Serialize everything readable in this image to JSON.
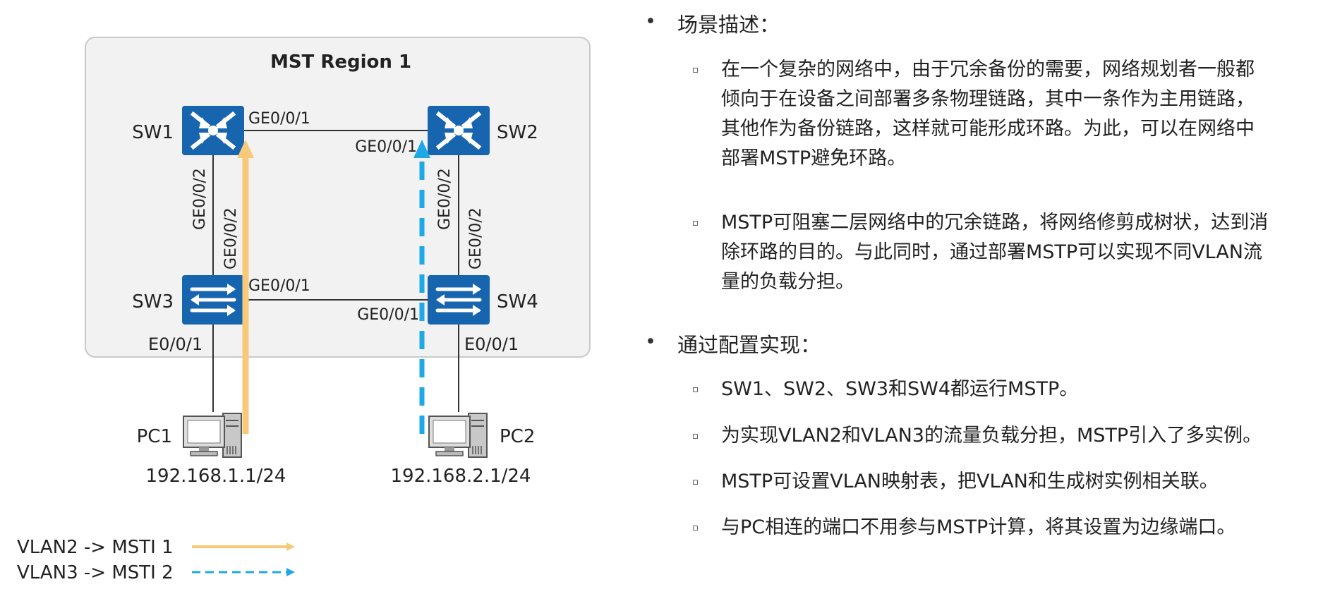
{
  "diagram": {
    "region_label": "MST Region 1",
    "switches": [
      {
        "id": "sw1",
        "label": "SW1",
        "kind": "core"
      },
      {
        "id": "sw2",
        "label": "SW2",
        "kind": "core"
      },
      {
        "id": "sw3",
        "label": "SW3",
        "kind": "access"
      },
      {
        "id": "sw4",
        "label": "SW4",
        "kind": "access"
      }
    ],
    "ports": {
      "sw1_right": "GE0/0/1",
      "sw2_left": "GE0/0/1",
      "sw1_down": "GE0/0/2",
      "sw3_up": "GE0/0/2",
      "sw2_down": "GE0/0/2",
      "sw4_up": "GE0/0/2",
      "sw3_right": "GE0/0/1",
      "sw4_left": "GE0/0/1",
      "sw3_pc": "E0/0/1",
      "sw4_pc": "E0/0/1"
    },
    "pcs": [
      {
        "id": "pc1",
        "label": "PC1",
        "ip": "192.168.1.1/24"
      },
      {
        "id": "pc2",
        "label": "PC2",
        "ip": "192.168.2.1/24"
      }
    ],
    "legend": [
      {
        "text": "VLAN2 -> MSTI 1",
        "color": "#F9C97A",
        "style": "solid"
      },
      {
        "text": "VLAN3 -> MSTI 2",
        "color": "#1FA8E8",
        "style": "dashed"
      }
    ],
    "colors": {
      "switch": "#1765AE",
      "msti1": "#F9C97A",
      "msti2": "#1FA8E8",
      "region_fill": "#F2F2F2"
    }
  },
  "sections": [
    {
      "heading": "场景描述：",
      "items": [
        [
          "在一个复杂的网络中，由于冗余备份的需要，网络规划者一般都",
          "倾向于在设备之间部署多条物理链路，其中一条作为主用链路，",
          "其他作为备份链路，这样就可能形成环路。为此，可以在网络中",
          "部署MSTP避免环路。"
        ],
        [
          "MSTP可阻塞二层网络中的冗余链路，将网络修剪成树状，达到消",
          "除环路的目的。与此同时，通过部署MSTP可以实现不同VLAN流",
          "量的负载分担。"
        ]
      ]
    },
    {
      "heading": "通过配置实现：",
      "items": [
        [
          "SW1、SW2、SW3和SW4都运行MSTP。"
        ],
        [
          "为实现VLAN2和VLAN3的流量负载分担，MSTP引入了多实例。"
        ],
        [
          "MSTP可设置VLAN映射表，把VLAN和生成树实例相关联。"
        ],
        [
          "与PC相连的端口不用参与MSTP计算，将其设置为边缘端口。"
        ]
      ]
    }
  ]
}
